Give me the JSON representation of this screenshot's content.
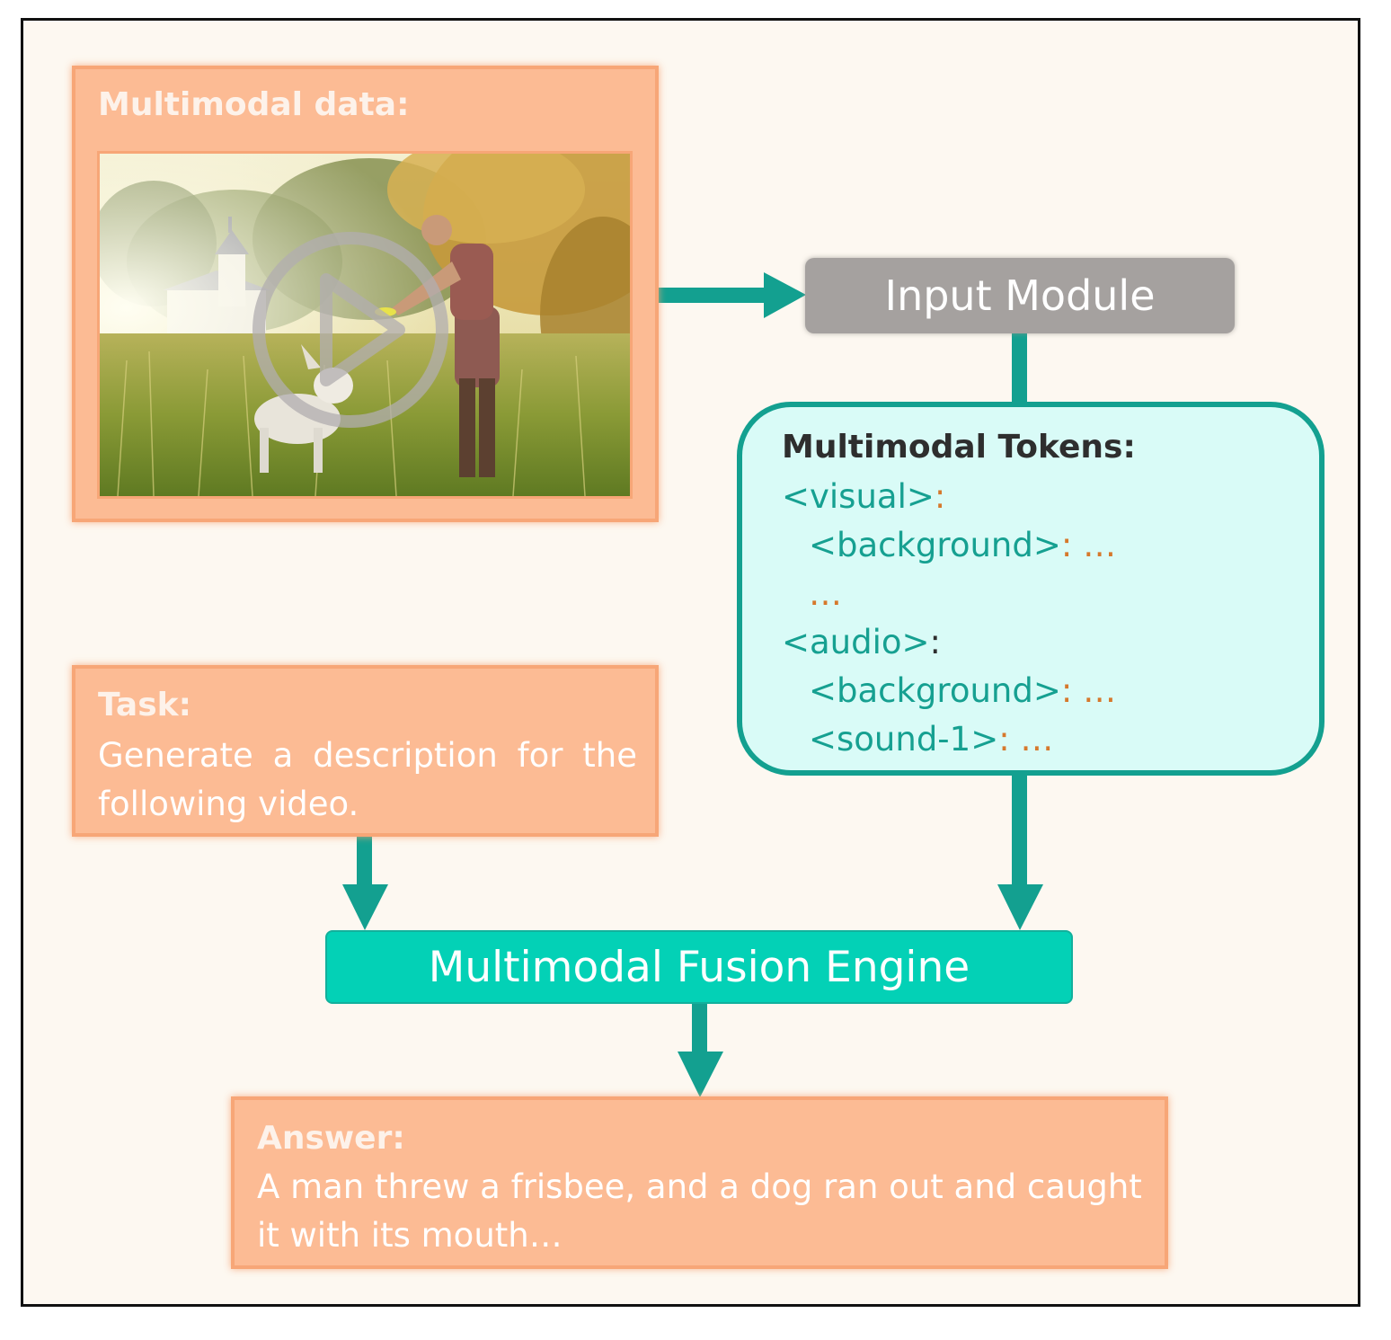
{
  "media": {
    "label": "Multimodal data:",
    "thumbnail": "video thumbnail with play-icon overlay"
  },
  "input_module": {
    "label": "Input Module"
  },
  "tokens": {
    "title": "Multimodal Tokens:",
    "lines": [
      {
        "tag": "<visual>",
        "rest": ":"
      },
      {
        "tag": "<background>",
        "rest": ": …"
      },
      {
        "tag": "",
        "rest": "…"
      },
      {
        "tag": "<audio>",
        "rest": ":"
      },
      {
        "tag": "<background>",
        "rest": ": …"
      },
      {
        "tag": "<sound-1>",
        "rest": ": …"
      }
    ]
  },
  "task": {
    "label": "Task:",
    "text": "Generate a description for the following video."
  },
  "fusion_engine": {
    "label": "Multimodal Fusion Engine"
  },
  "answer": {
    "label": "Answer:",
    "text": "A man threw a frisbee, and a dog ran out and caught it with its mouth…"
  },
  "colors": {
    "arrow": "#13a090",
    "orange_fill": "#fcbb94",
    "orange_border": "#f7a677",
    "gray_module": "#a5a19f",
    "token_fill": "#d9fbf7",
    "fusion_fill": "#03d1b6",
    "token_tag": "#16a091",
    "token_ellipsis": "#d6782c"
  }
}
